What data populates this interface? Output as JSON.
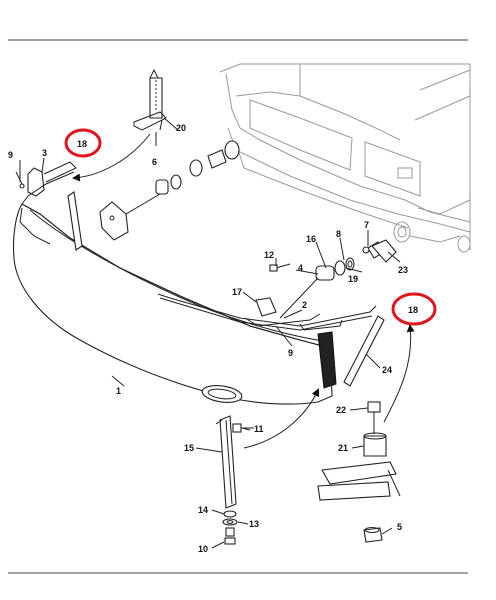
{
  "diagram": {
    "labels": {
      "l1": "1",
      "l2": "2",
      "l3": "3",
      "l4": "4",
      "l5": "5",
      "l6": "6",
      "l7": "7",
      "l8": "8",
      "l9a": "9",
      "l9b": "9",
      "l10": "10",
      "l11": "11",
      "l12": "12",
      "l13": "13",
      "l14": "14",
      "l15": "15",
      "l16": "16",
      "l17": "17",
      "l18a": "18",
      "l18b": "18",
      "l19": "19",
      "l20": "20",
      "l21": "21",
      "l22": "22",
      "l23": "23",
      "l24": "24"
    },
    "highlight_color": "#e0141e",
    "line_color": "#222222",
    "vehicle_outline_color": "#9a9a9a",
    "foam_color": "#111111"
  }
}
